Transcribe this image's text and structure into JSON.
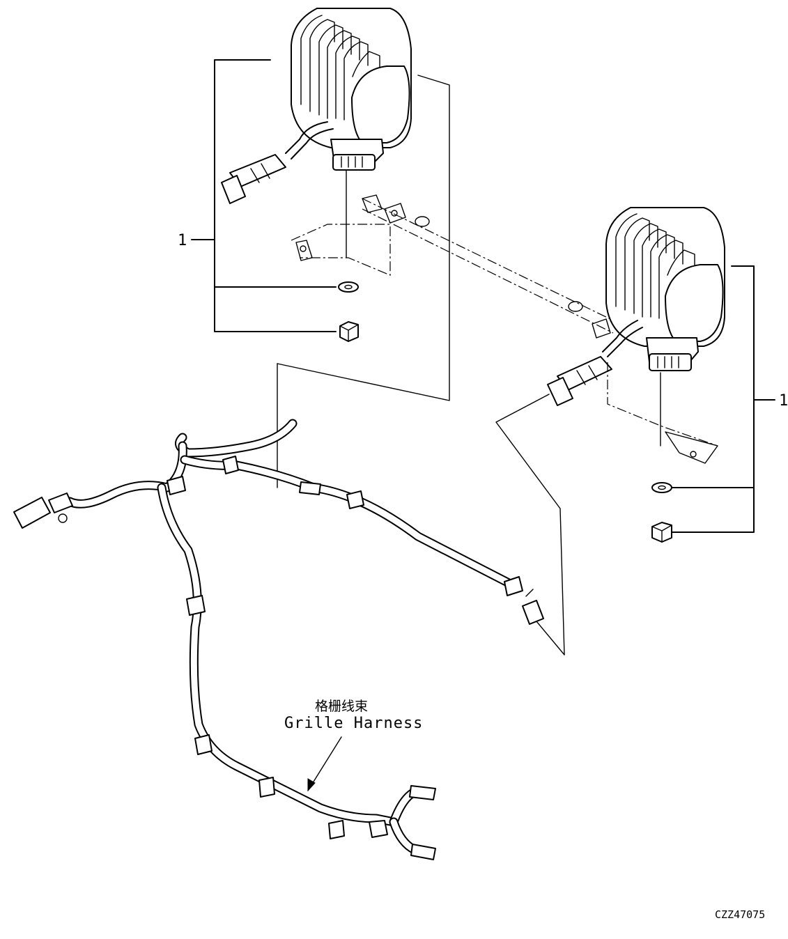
{
  "callouts": {
    "left_lamp_item": "1",
    "right_lamp_item": "1"
  },
  "harness_label": {
    "chinese": "格栅线束",
    "english": "Grille Harness"
  },
  "drawing_code": "CZZ47075"
}
